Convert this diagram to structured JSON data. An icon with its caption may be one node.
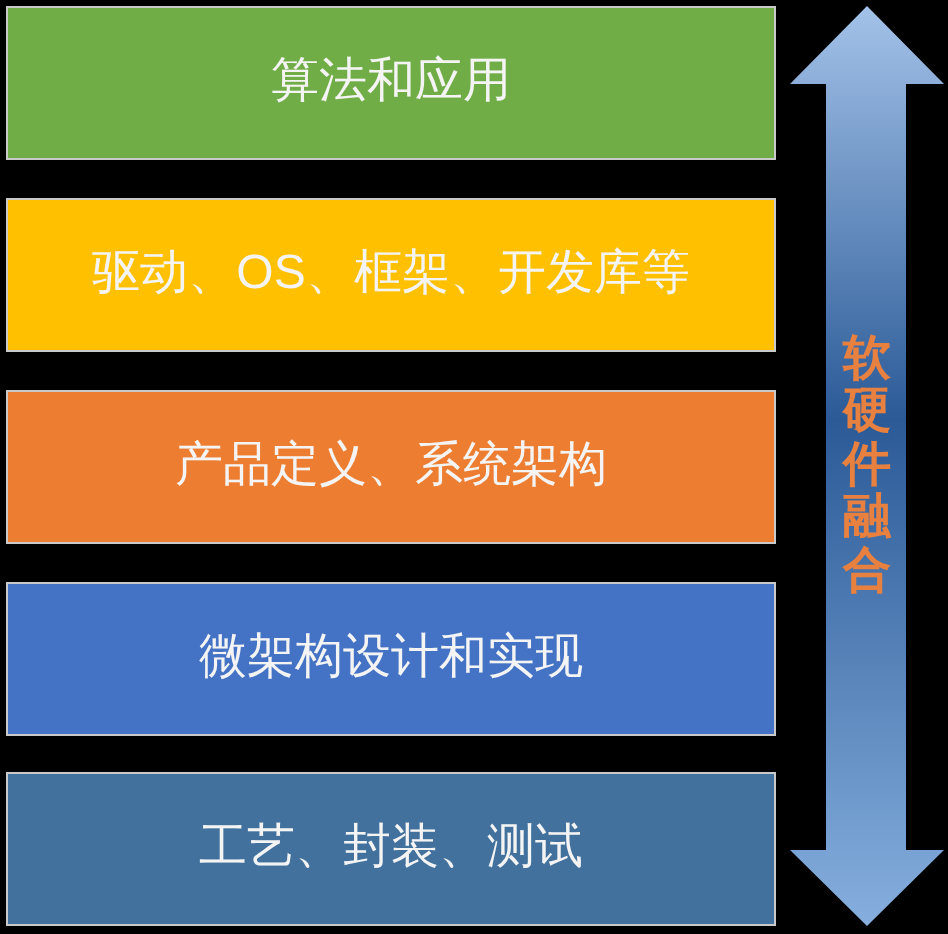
{
  "diagram": {
    "nodes": [
      {
        "text": [
          "算法和应用"
        ]
      },
      {
        "text": [
          "驱动、OS、框架、开发库等"
        ]
      },
      {
        "text": [
          "产品定义、系统架构"
        ]
      },
      {
        "text": [
          "微架构设计和实现"
        ]
      },
      {
        "text": [
          "工艺、封装、测试"
        ]
      },
      {
        "text": [
          "软硬件融合"
        ]
      }
    ]
  }
}
